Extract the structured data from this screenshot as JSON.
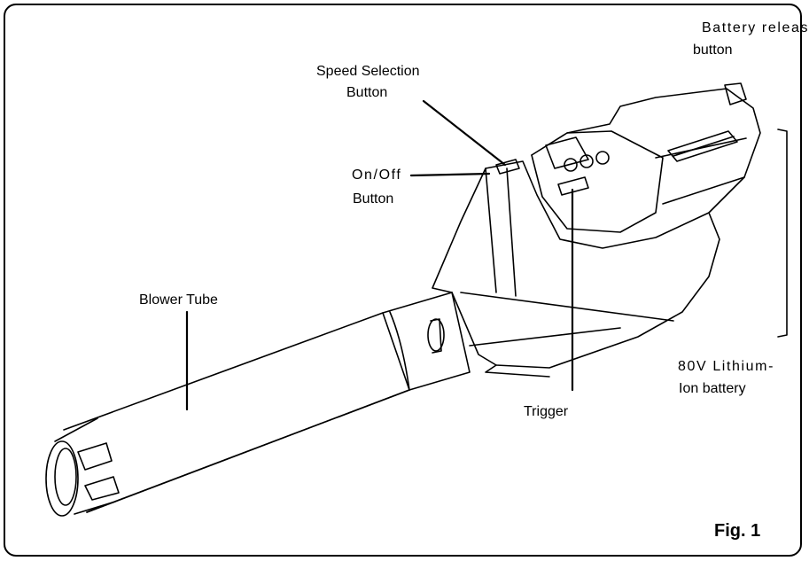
{
  "labels": {
    "battery_release": [
      "Battery release",
      "button"
    ],
    "speed_selection": [
      "Speed Selection",
      "Button"
    ],
    "on_off": [
      "On/Off",
      "Button"
    ],
    "blower_tube": "Blower Tube",
    "battery": [
      "80V Lithium-",
      "Ion battery"
    ],
    "trigger": "Trigger"
  },
  "figure_caption": "Fig. 1",
  "colors": {
    "line": "#000000",
    "background": "#ffffff"
  }
}
